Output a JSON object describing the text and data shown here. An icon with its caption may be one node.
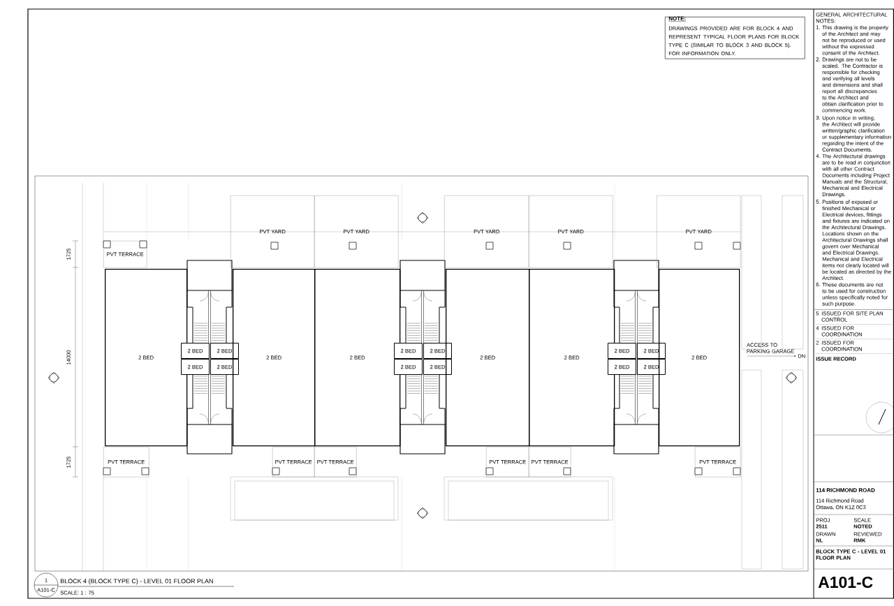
{
  "diagram": {
    "title": "BLOCK 4 (BLOCK TYPE C) - LEVEL 01 FLOOR PLAN",
    "nodes": [
      {
        "text": [
          "NOTE:",
          "DRAWINGS PROVIDED ARE FOR BLOCK 4 AND REPRESENT TYPICAL FLOOR PLANS FOR BLOCK TYPE C (SIMILAR TO BLOCK 3 AND BLOCK 5). FOR INFORMATION ONLY."
        ]
      },
      {
        "text": [
          "PVT YARD"
        ]
      },
      {
        "text": [
          "PVT YARD"
        ]
      },
      {
        "text": [
          "PVT YARD"
        ]
      },
      {
        "text": [
          "PVT YARD"
        ]
      },
      {
        "text": [
          "PVT YARD"
        ]
      },
      {
        "text": [
          "PVT TERRACE"
        ]
      },
      {
        "text": [
          "2 BED"
        ]
      },
      {
        "text": [
          "2 BED"
        ]
      },
      {
        "text": [
          "2 BED"
        ]
      },
      {
        "text": [
          "2 BED"
        ]
      },
      {
        "text": [
          "2 BED"
        ]
      },
      {
        "text": [
          "2 BED"
        ]
      },
      {
        "text": [
          "2 BED"
        ]
      },
      {
        "text": [
          "2 BED"
        ]
      },
      {
        "text": [
          "2 BED"
        ]
      },
      {
        "text": [
          "2 BED"
        ]
      },
      {
        "text": [
          "2 BED"
        ]
      },
      {
        "text": [
          "2 BED"
        ]
      },
      {
        "text": [
          "2 BED"
        ]
      },
      {
        "text": [
          "2 BED"
        ]
      },
      {
        "text": [
          "2 BED"
        ]
      },
      {
        "text": [
          "2 BED"
        ]
      },
      {
        "text": [
          "2 BED"
        ]
      },
      {
        "text": [
          "2 BED"
        ]
      },
      {
        "text": [
          "PVT TERRACE"
        ]
      },
      {
        "text": [
          "PVT TERRACE"
        ]
      },
      {
        "text": [
          "PVT TERRACE"
        ]
      },
      {
        "text": [
          "PVT TERRACE"
        ]
      },
      {
        "text": [
          "PVT TERRACE"
        ]
      },
      {
        "text": [
          "PVT TERRACE"
        ]
      }
    ],
    "labels": [
      "GENERAL ARCHITECTURAL NOTES:",
      "1.",
      "This drawing is the property of the Architect and may not be reproduced or used without the expressed consent of the Architect.",
      "2.",
      "Drawings are not to be scaled. The Contractor is responsible for checking and verifying all levels and dimensions and shall report all discrepancies to the Architect and obtain clarification prior to commencing work.",
      "3.",
      "Upon notice in writing, the Architect will provide written/graphic clarification or supplementary information regarding the intent of the Contract Documents.",
      "4.",
      "The Architectural drawings are to be read in conjunction with all other Contract Documents including Project Manuals and the Structural, Mechanical and Electrical Drawings.",
      "5.",
      "Positions of exposed or finished Mechanical or Electrical devices, fittings and fixtures are indicated on the Architectural Drawings. Locations shown on the Architectural Drawings shall govern over Mechanical and Electrical Drawings. Mechanical and Electrical items not clearly located will be located as directed by the Architect.",
      "6.",
      "These documents are not to be used for construction unless specifically noted for such purpose.",
      "1725",
      "14000",
      "1725",
      "ACCESS TO PARKING GARAGE",
      "DN",
      "5",
      "ISSUED FOR SITE PLAN CONTROL",
      "4",
      "ISSUED FOR COORDINATION",
      "2",
      "ISSUED FOR COORDINATION",
      "ISSUE RECORD",
      "114 RICHMOND ROAD",
      "114 Richmond Road",
      "Ottawa, ON K1Z 0C3",
      "PROJ",
      "2511",
      "SCALE",
      "NOTED",
      "DRAWN",
      "NL",
      "REVIEWED",
      "RMK",
      "BLOCK TYPE C - LEVEL 01 FLOOR PLAN",
      "A101-C",
      "1",
      "A101-C",
      "SCALE: 1 : 75"
    ]
  }
}
